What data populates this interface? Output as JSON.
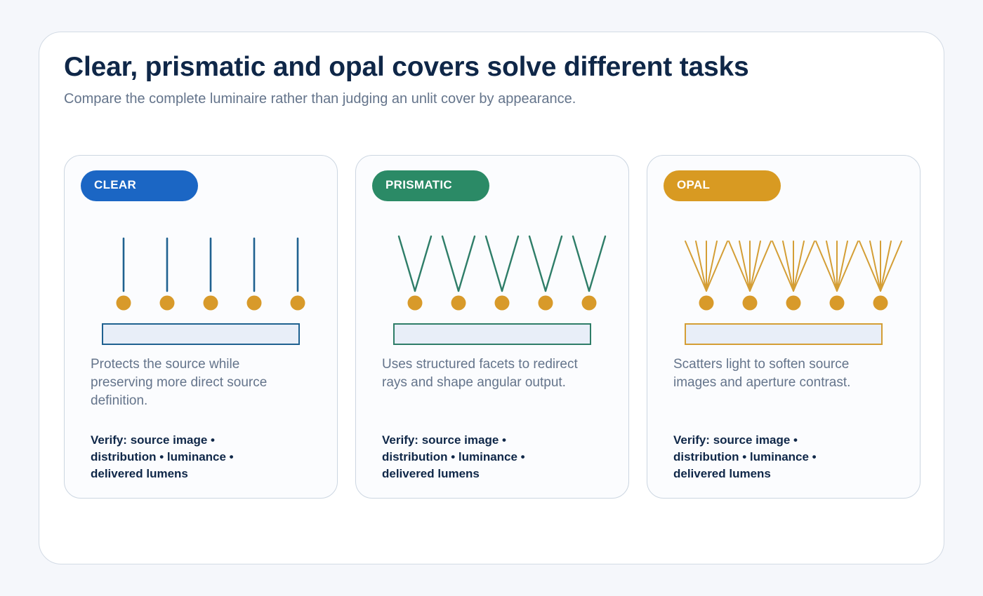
{
  "title": "Clear, prismatic and opal covers solve different tasks",
  "subtitle": "Compare the complete luminaire rather than judging an unlit cover by appearance.",
  "source_color": "#d89a2a",
  "diffuser_fill": "#e8eef8",
  "cards": [
    {
      "label": "CLEAR",
      "color": "#1b66c4",
      "line_color": "#1f6190",
      "ray_style": "straight",
      "description": "Protects the source while preserving more direct source definition.",
      "verify": "Verify: source image • distribution • luminance • delivered lumens"
    },
    {
      "label": "PRISMATIC",
      "color": "#2b8a66",
      "line_color": "#2e7d68",
      "ray_style": "v",
      "description": "Uses structured facets to redirect rays and shape angular output.",
      "verify": "Verify: source image • distribution • luminance • delivered lumens"
    },
    {
      "label": "OPAL",
      "color": "#d89a22",
      "line_color": "#d49e35",
      "ray_style": "fan",
      "description": "Scatters light to soften source images and aperture contrast.",
      "verify": "Verify: source image • distribution • luminance • delivered lumens"
    }
  ]
}
